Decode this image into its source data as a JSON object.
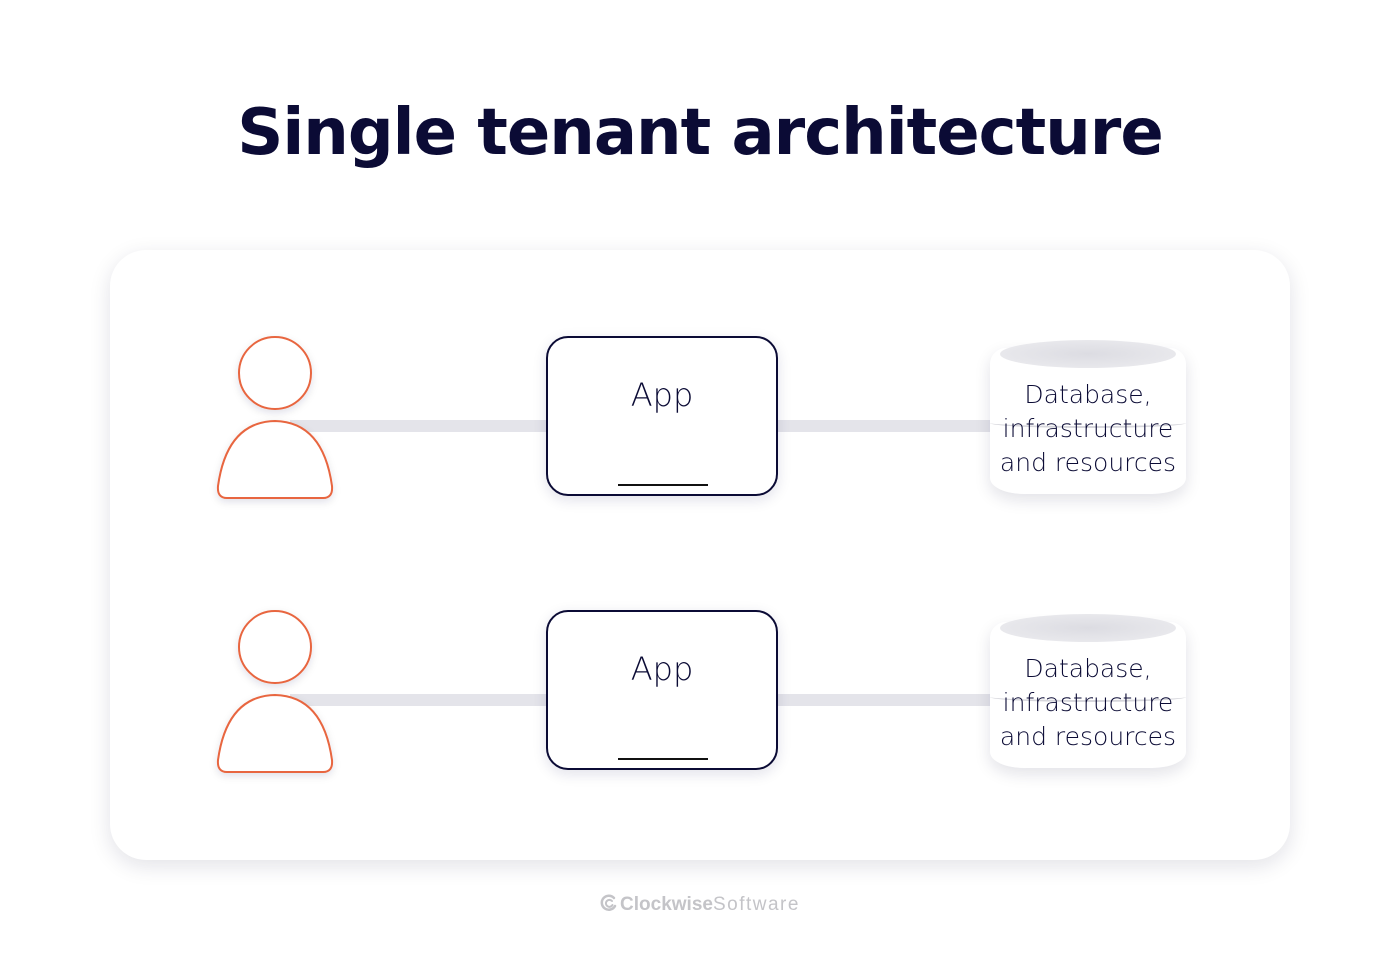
{
  "title": "Single tenant architecture",
  "colors": {
    "title": "#0b0b35",
    "user_stroke": "#e8663f",
    "box_border": "#0b0b35",
    "connector": "#e4e4ea",
    "footer": "#c4c4c8"
  },
  "rows": [
    {
      "user_icon": "user-icon",
      "app": {
        "label": "App"
      },
      "database": {
        "line1": "Database,",
        "line2": "infrastructure",
        "line3": "and resources",
        "icon": "database-cylinder-icon"
      }
    },
    {
      "user_icon": "user-icon",
      "app": {
        "label": "App"
      },
      "database": {
        "line1": "Database,",
        "line2": "infrastructure",
        "line3": "and resources",
        "icon": "database-cylinder-icon"
      }
    }
  ],
  "footer": {
    "brand_bold": "Clockwise",
    "brand_light": "Software",
    "logo_icon": "clockwise-logo-icon"
  }
}
